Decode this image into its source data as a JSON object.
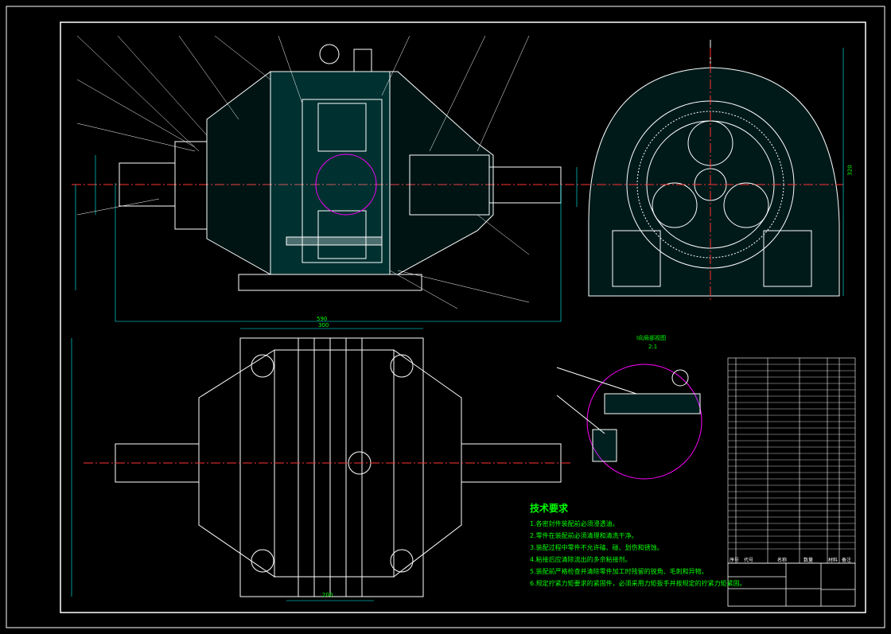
{
  "drawing": {
    "colors": {
      "background": "#000000",
      "outline": "#ffffff",
      "dimension": "#00ffff",
      "centerline": "#ff3333",
      "text": "#00ff00",
      "detail_circle": "#ff00ff",
      "hatch": "#00ffff"
    },
    "dimensions": {
      "overall_length": "590",
      "width_top_view": "300",
      "base_width": "200",
      "height_side": "320"
    },
    "detail_view": {
      "title": "I向局部视图",
      "scale": "2:1"
    },
    "technical_requirements": {
      "title": "技术要求",
      "items": [
        "1.各密封件装配前必须浸透油。",
        "2.零件在装配前必须清理和清洗干净。",
        "3.装配过程中零件不允许磕、碰、划伤和锈蚀。",
        "4.粘接后应清除流出的多余粘接剂。",
        "5.装配前严格检查并清除零件加工时残留的锐角、毛刺和异物。",
        "6.规定拧紧力矩要求的紧固件，必须采用力矩扳手并按规定的拧紧力矩紧固。"
      ]
    },
    "title_block": {
      "header": [
        "序号",
        "代号",
        "名称",
        "数量",
        "材料",
        "备注"
      ]
    }
  }
}
